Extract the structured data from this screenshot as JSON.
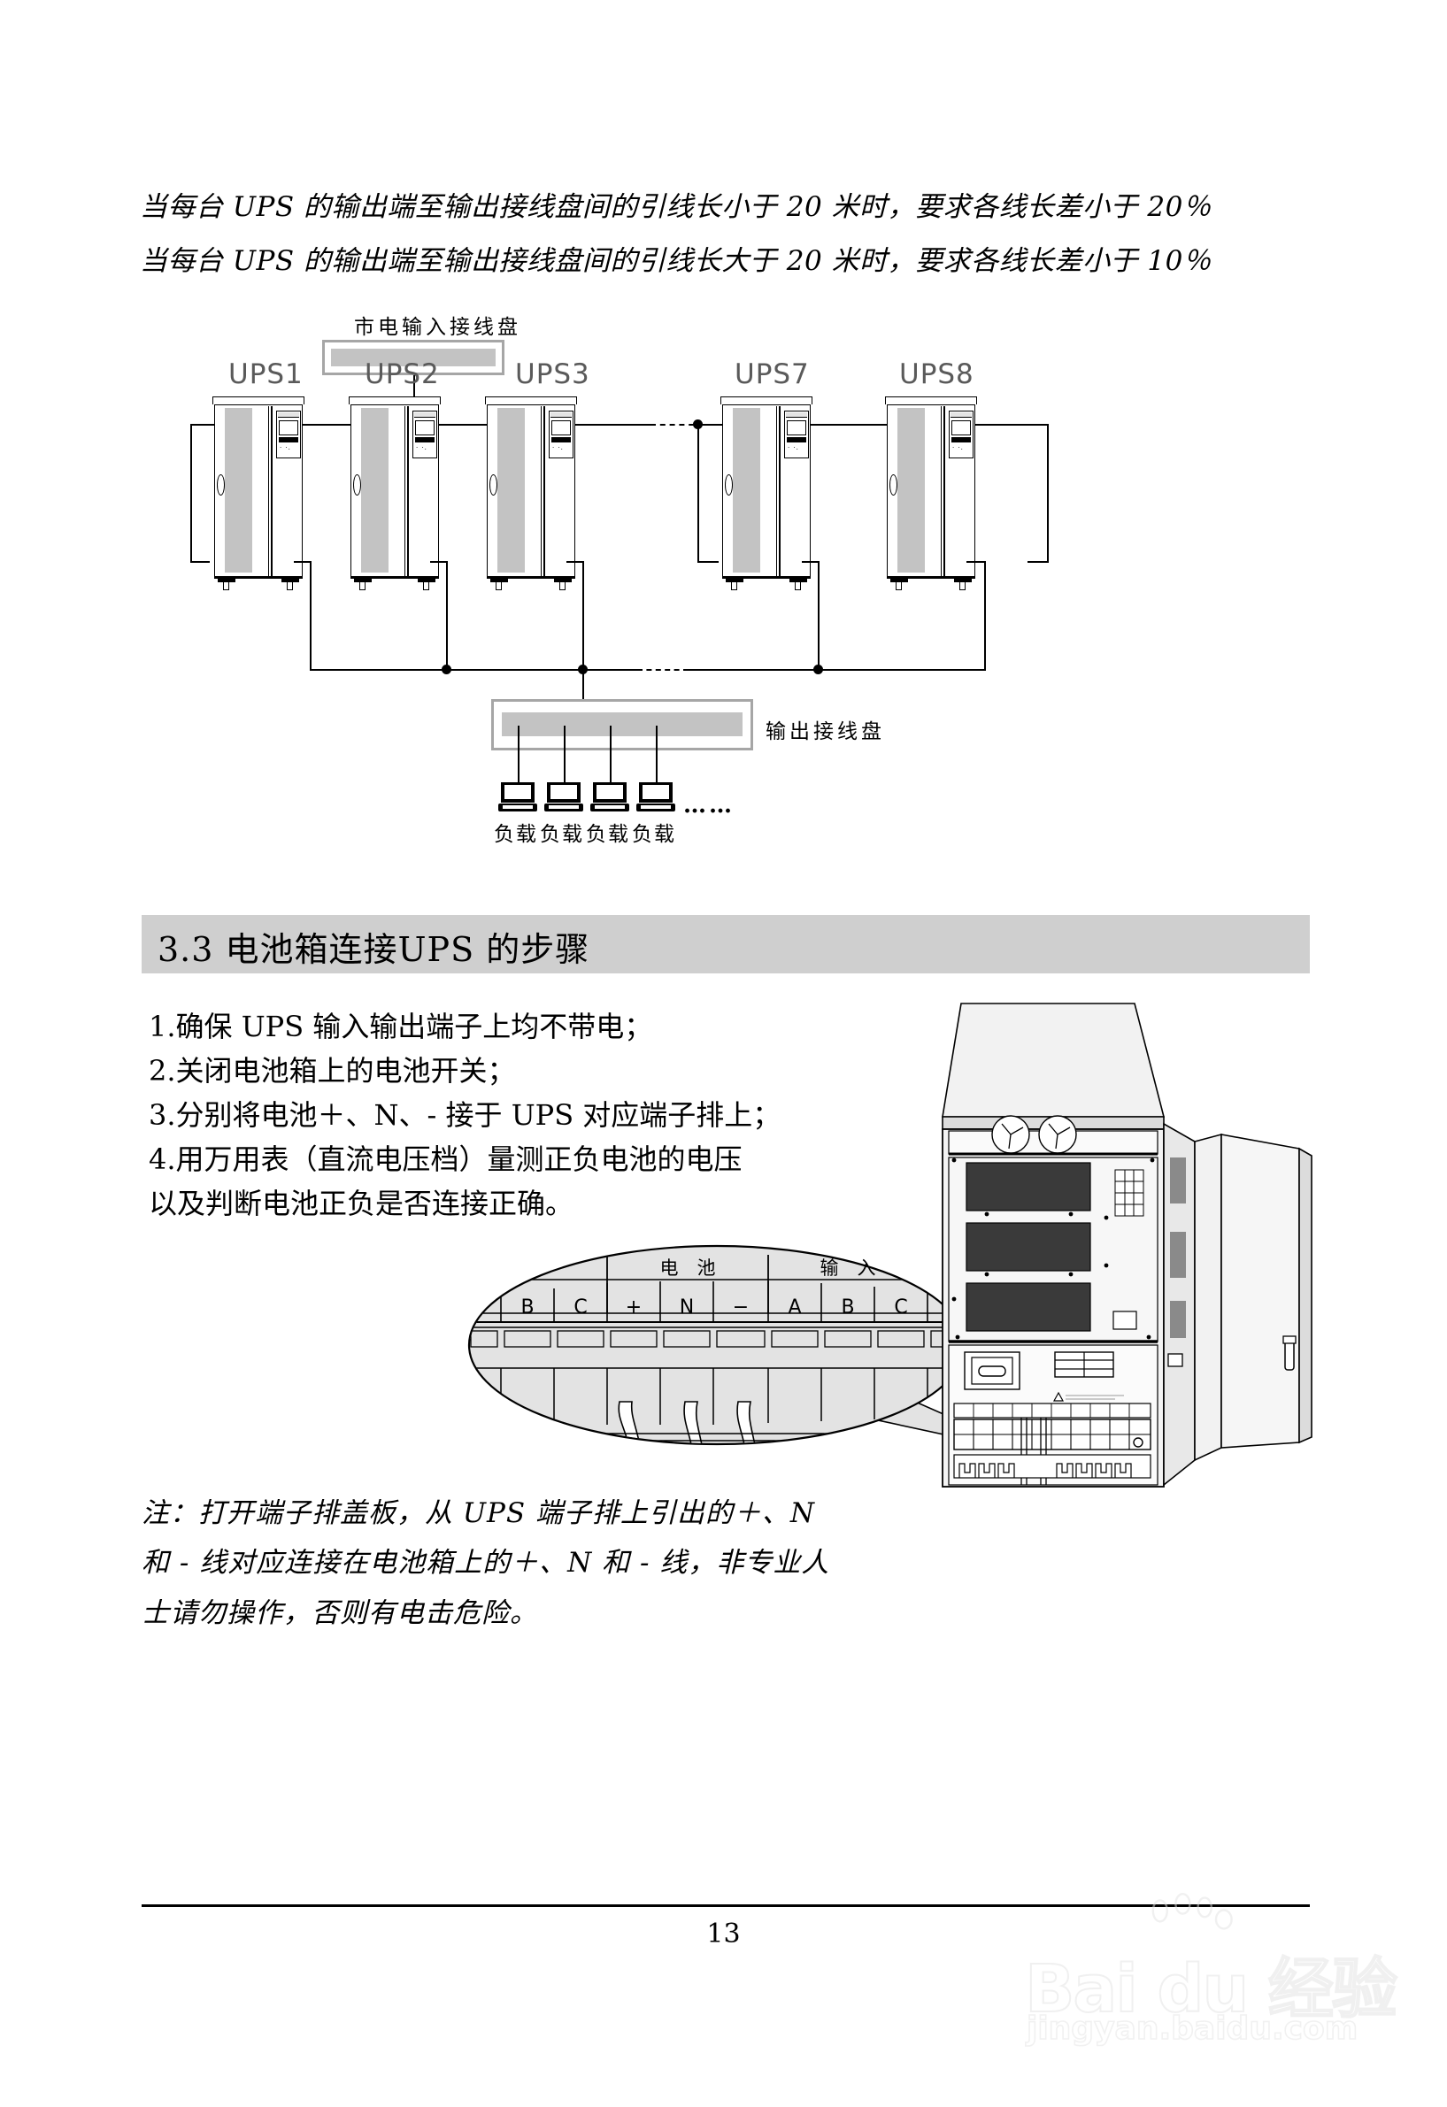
{
  "intro": {
    "lines": [
      "当每台 UPS 的输出端至输出接线盘间的引线长小于 20 米时，要求各线长差小于 20％",
      "当每台 UPS 的输出端至输出接线盘间的引线长大于 20 米时，要求各线长差小于 10％"
    ]
  },
  "diagram": {
    "input_panel_label": "市电输入接线盘",
    "output_panel_label": "输出接线盘",
    "ups_units": [
      "UPS1",
      "UPS2",
      "UPS3",
      "UPS7",
      "UPS8"
    ],
    "loads": [
      "负载",
      "负载",
      "负载",
      "负载"
    ],
    "load_ellipsis": "……"
  },
  "section": {
    "number": "3.3",
    "heading": "3.3 电池箱连接UPS 的步骤"
  },
  "steps": [
    "1.确保 UPS 输入输出端子上均不带电；",
    "2.关闭电池箱上的电池开关；",
    "3.分别将电池＋、N、- 接于 UPS 对应端子排上；",
    "4.用万用表（直流电压档）量测正负电池的电压",
    "以及判断电池正负是否连接正确。"
  ],
  "callout": {
    "group_labels": [
      "电　池",
      "输　入"
    ],
    "terminals": [
      "B",
      "C",
      "+",
      "N",
      "−",
      "A",
      "B",
      "C"
    ]
  },
  "note": {
    "lines": [
      "注：打开端子排盖板，从 UPS 端子排上引出的＋、N",
      "和 - 线对应连接在电池箱上的＋、N 和 - 线，非专业人",
      "士请勿操作，否则有电击危险。"
    ]
  },
  "footer": {
    "page_number": "13"
  },
  "watermark": {
    "brand": "Bai du 经验",
    "url": "jingyan.baidu.com"
  },
  "colors": {
    "panel_fill": "#c3c3c3",
    "panel_border": "#a6a6a6",
    "section_bg": "#cfcfcf",
    "ups_label": "#5a5a5a",
    "callout_fill": "#e3e3e3",
    "cabinet_fill": "#efefef"
  }
}
